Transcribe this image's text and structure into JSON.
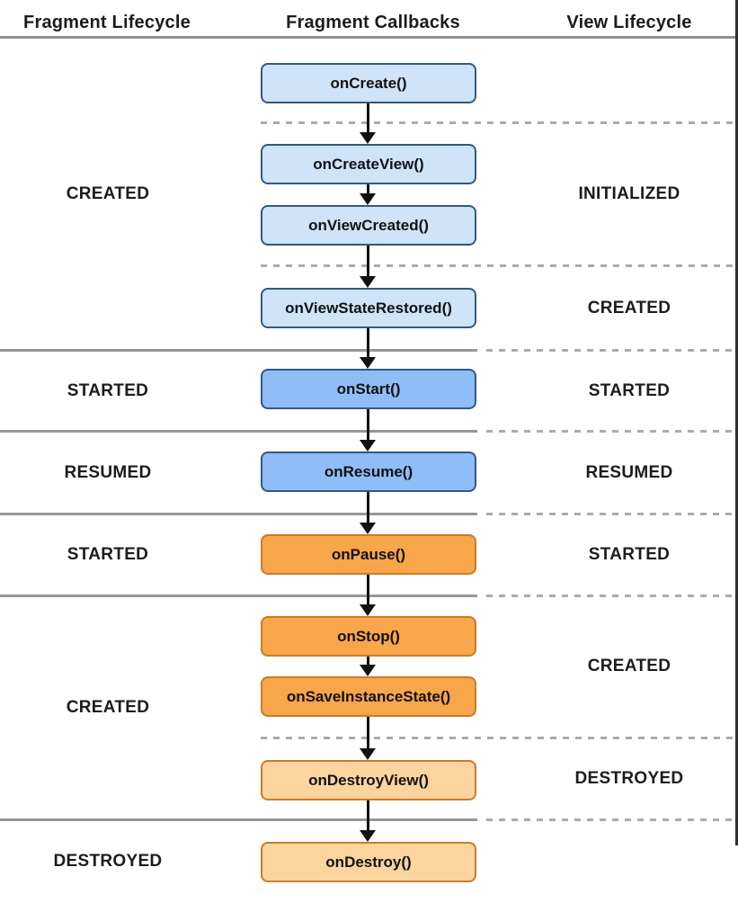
{
  "headers": {
    "fragment_lifecycle": "Fragment Lifecycle",
    "fragment_callbacks": "Fragment Callbacks",
    "view_lifecycle": "View Lifecycle"
  },
  "callbacks": [
    {
      "label": "onCreate()"
    },
    {
      "label": "onCreateView()"
    },
    {
      "label": "onViewCreated()"
    },
    {
      "label": "onViewStateRestored()"
    },
    {
      "label": "onStart()"
    },
    {
      "label": "onResume()"
    },
    {
      "label": "onPause()"
    },
    {
      "label": "onStop()"
    },
    {
      "label": "onSaveInstanceState()"
    },
    {
      "label": "onDestroyView()"
    },
    {
      "label": "onDestroy()"
    }
  ],
  "fragment_states": [
    {
      "label": "CREATED"
    },
    {
      "label": "STARTED"
    },
    {
      "label": "RESUMED"
    },
    {
      "label": "STARTED"
    },
    {
      "label": "CREATED"
    },
    {
      "label": "DESTROYED"
    }
  ],
  "view_states": [
    {
      "label": "INITIALIZED"
    },
    {
      "label": "CREATED"
    },
    {
      "label": "STARTED"
    },
    {
      "label": "RESUMED"
    },
    {
      "label": "STARTED"
    },
    {
      "label": "CREATED"
    },
    {
      "label": "DESTROYED"
    }
  ],
  "flow_arrows": [
    {
      "from": "onCreate()",
      "to": "onCreateView()"
    },
    {
      "from": "onCreateView()",
      "to": "onViewCreated()"
    },
    {
      "from": "onViewCreated()",
      "to": "onViewStateRestored()"
    },
    {
      "from": "onViewStateRestored()",
      "to": "onStart()"
    },
    {
      "from": "onStart()",
      "to": "onResume()"
    },
    {
      "from": "onResume()",
      "to": "onPause()"
    },
    {
      "from": "onPause()",
      "to": "onStop()"
    },
    {
      "from": "onStop()",
      "to": "onSaveInstanceState()"
    },
    {
      "from": "onSaveInstanceState()",
      "to": "onDestroyView()"
    },
    {
      "from": "onDestroyView()",
      "to": "onDestroy()"
    }
  ],
  "colors": {
    "light_blue_fill": "#cfe3f9",
    "blue_fill": "#8ebdf8",
    "blue_border": "#33597f",
    "orange_fill": "#f7a64a",
    "light_orange_fill": "#fbd49e",
    "orange_border": "#c97c28",
    "solid_line_gray": "#979797",
    "dashed_line_gray": "#ababab",
    "text": "#1c1c1c"
  }
}
